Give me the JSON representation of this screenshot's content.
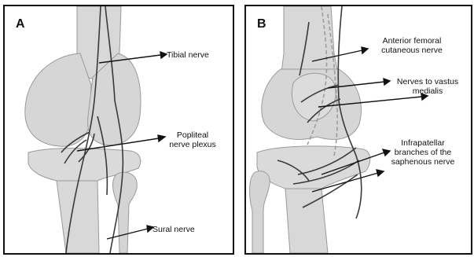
{
  "panels": [
    {
      "letter": "A",
      "labels": {
        "tibial": "Tibial nerve",
        "popliteal": "Popliteal\nnerve plexus",
        "sural": "Sural nerve"
      }
    },
    {
      "letter": "B",
      "labels": {
        "anterior_femoral": "Anterior femoral\ncutaneous nerve",
        "vastus_medialis": "Nerves to vastus\nmedialis",
        "infrapatellar": "Infrapatellar\nbranches of the\nsaphenous nerve"
      }
    }
  ],
  "colors": {
    "bone_fill": "#d8d8d8",
    "bone_stroke": "#9a9a9a",
    "nerve": "#3a3a3a",
    "dashed_nerve": "#9c9c9c"
  }
}
